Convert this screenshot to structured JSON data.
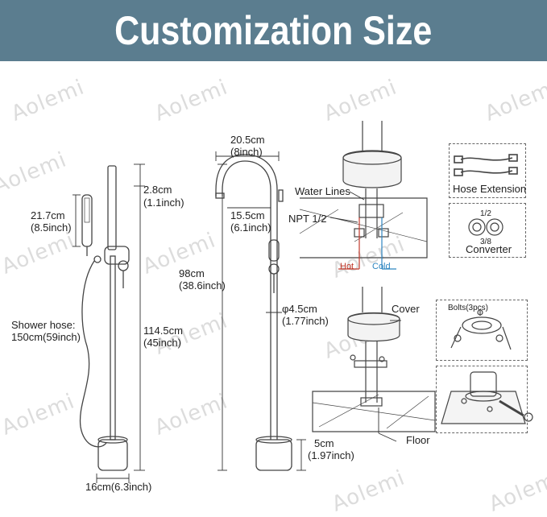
{
  "banner": {
    "title": "Customization Size",
    "color": "#5b7d8f"
  },
  "watermark": "Aolemi",
  "left_view": {
    "handshower_length": "21.7cm",
    "handshower_length_in": "(8.5inch)",
    "top_gap": "2.8cm",
    "top_gap_in": "(1.1inch)",
    "hose_label": "Shower hose:",
    "hose_length": "150cm(59inch)",
    "lower_height": "114.5cm",
    "lower_height_in": "(45inch)",
    "base_width": "16cm(6.3inch)"
  },
  "side_view": {
    "spout_width": "20.5cm",
    "spout_width_in": "(8inch)",
    "spout_depth": "15.5cm",
    "spout_depth_in": "(6.1inch)",
    "total_height": "98cm",
    "total_height_in": "(38.6inch)",
    "pipe_diameter": "φ4.5cm",
    "pipe_diameter_in": "(1.77inch)",
    "base_height": "5cm",
    "base_height_in": "(1.97inch)"
  },
  "installation": {
    "water_lines": "Water Lines",
    "npt": "NPT 1/2",
    "hot": "Hot",
    "cold": "Cold",
    "cover": "Cover",
    "floor": "Floor",
    "hose_extension": "Hose Extension",
    "converter_top": "1/2",
    "converter_bottom": "3/8",
    "converter": "Converter",
    "bolts": "Bolts(3pcs)"
  }
}
